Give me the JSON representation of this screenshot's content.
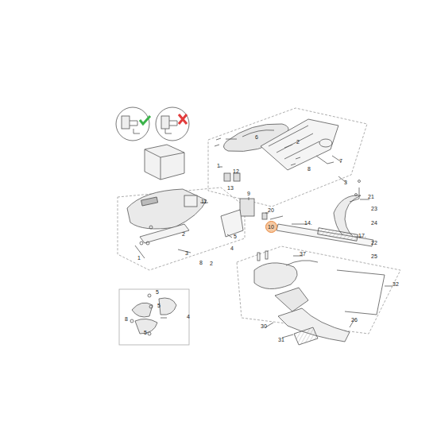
{
  "diagram": {
    "nodes": [
      {
        "text": [
          "10"
        ]
      }
    ],
    "labels": [
      "6",
      "2",
      "7",
      "3",
      "1",
      "21",
      "23",
      "24",
      "12",
      "13",
      "9",
      "8",
      "20",
      "14.",
      "11",
      "22",
      "25",
      "2",
      "17.",
      "5",
      "4",
      "3",
      "1",
      "8",
      "2",
      "37",
      "32",
      "5",
      "5",
      "4",
      "8",
      "5",
      "30",
      "31",
      "26"
    ]
  }
}
